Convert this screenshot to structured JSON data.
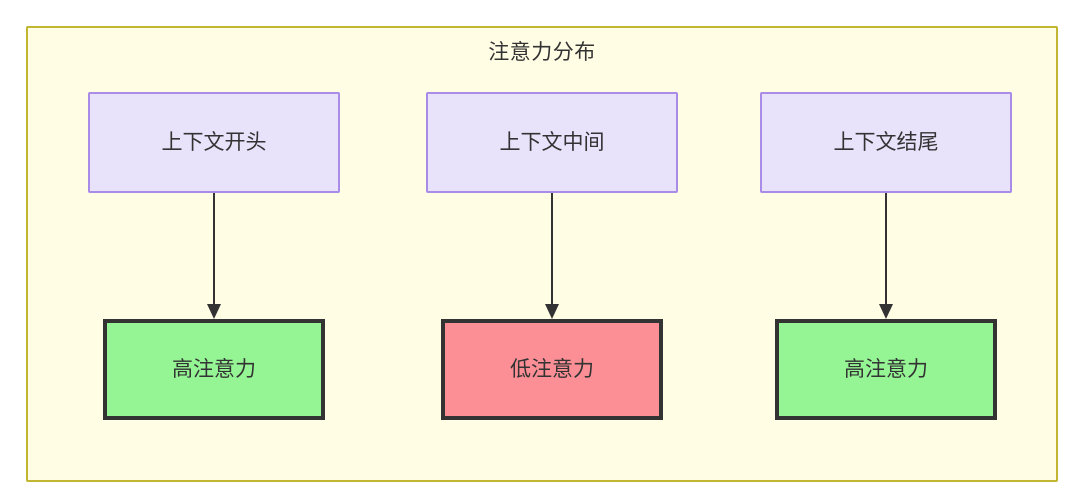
{
  "diagram": {
    "title": "注意力分布",
    "colors": {
      "frame_border": "#c2b630",
      "frame_background": "#fffde4",
      "context_fill": "#e8e2fb",
      "context_border": "#a98ce8",
      "high_attention_fill": "#95f595",
      "low_attention_fill": "#fb8f95",
      "node_border_dark": "#333333",
      "edge": "#333333",
      "text": "#333333"
    },
    "context_nodes": [
      {
        "id": "ctx-start",
        "label": "上下文开头"
      },
      {
        "id": "ctx-middle",
        "label": "上下文中间"
      },
      {
        "id": "ctx-end",
        "label": "上下文结尾"
      }
    ],
    "attention_nodes": [
      {
        "id": "att-start",
        "label": "高注意力",
        "level": "high"
      },
      {
        "id": "att-middle",
        "label": "低注意力",
        "level": "low"
      },
      {
        "id": "att-end",
        "label": "高注意力",
        "level": "high"
      }
    ],
    "edges": [
      {
        "from": "ctx-start",
        "to": "att-start",
        "label": ""
      },
      {
        "from": "ctx-middle",
        "to": "att-middle",
        "label": ""
      },
      {
        "from": "ctx-end",
        "to": "att-end",
        "label": ""
      }
    ]
  }
}
